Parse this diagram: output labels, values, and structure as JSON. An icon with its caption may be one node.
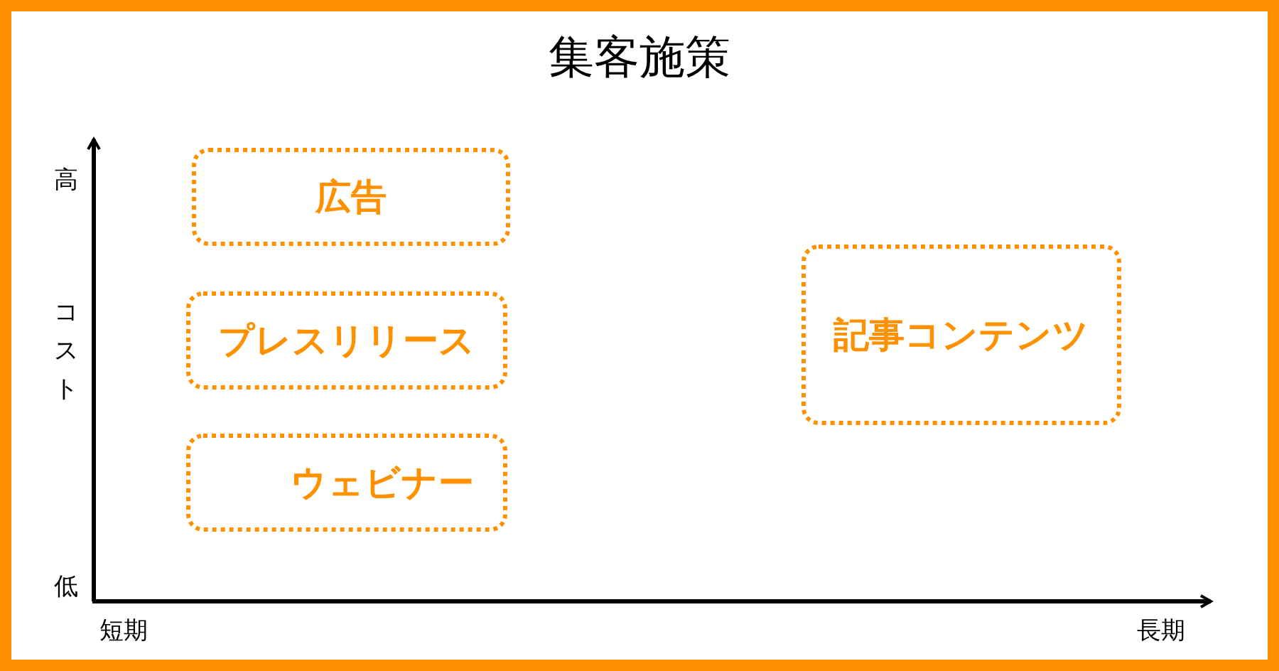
{
  "diagram": {
    "title": "集客施策",
    "nodes": [
      {
        "text": [
          "広告"
        ]
      },
      {
        "text": [
          "プレスリリース"
        ]
      },
      {
        "text": [
          "ウェビナー"
        ]
      },
      {
        "text": [
          "記事コンテンツ"
        ]
      }
    ],
    "labels": [
      "高",
      "コスト",
      "低",
      "短期",
      "長期"
    ]
  }
}
